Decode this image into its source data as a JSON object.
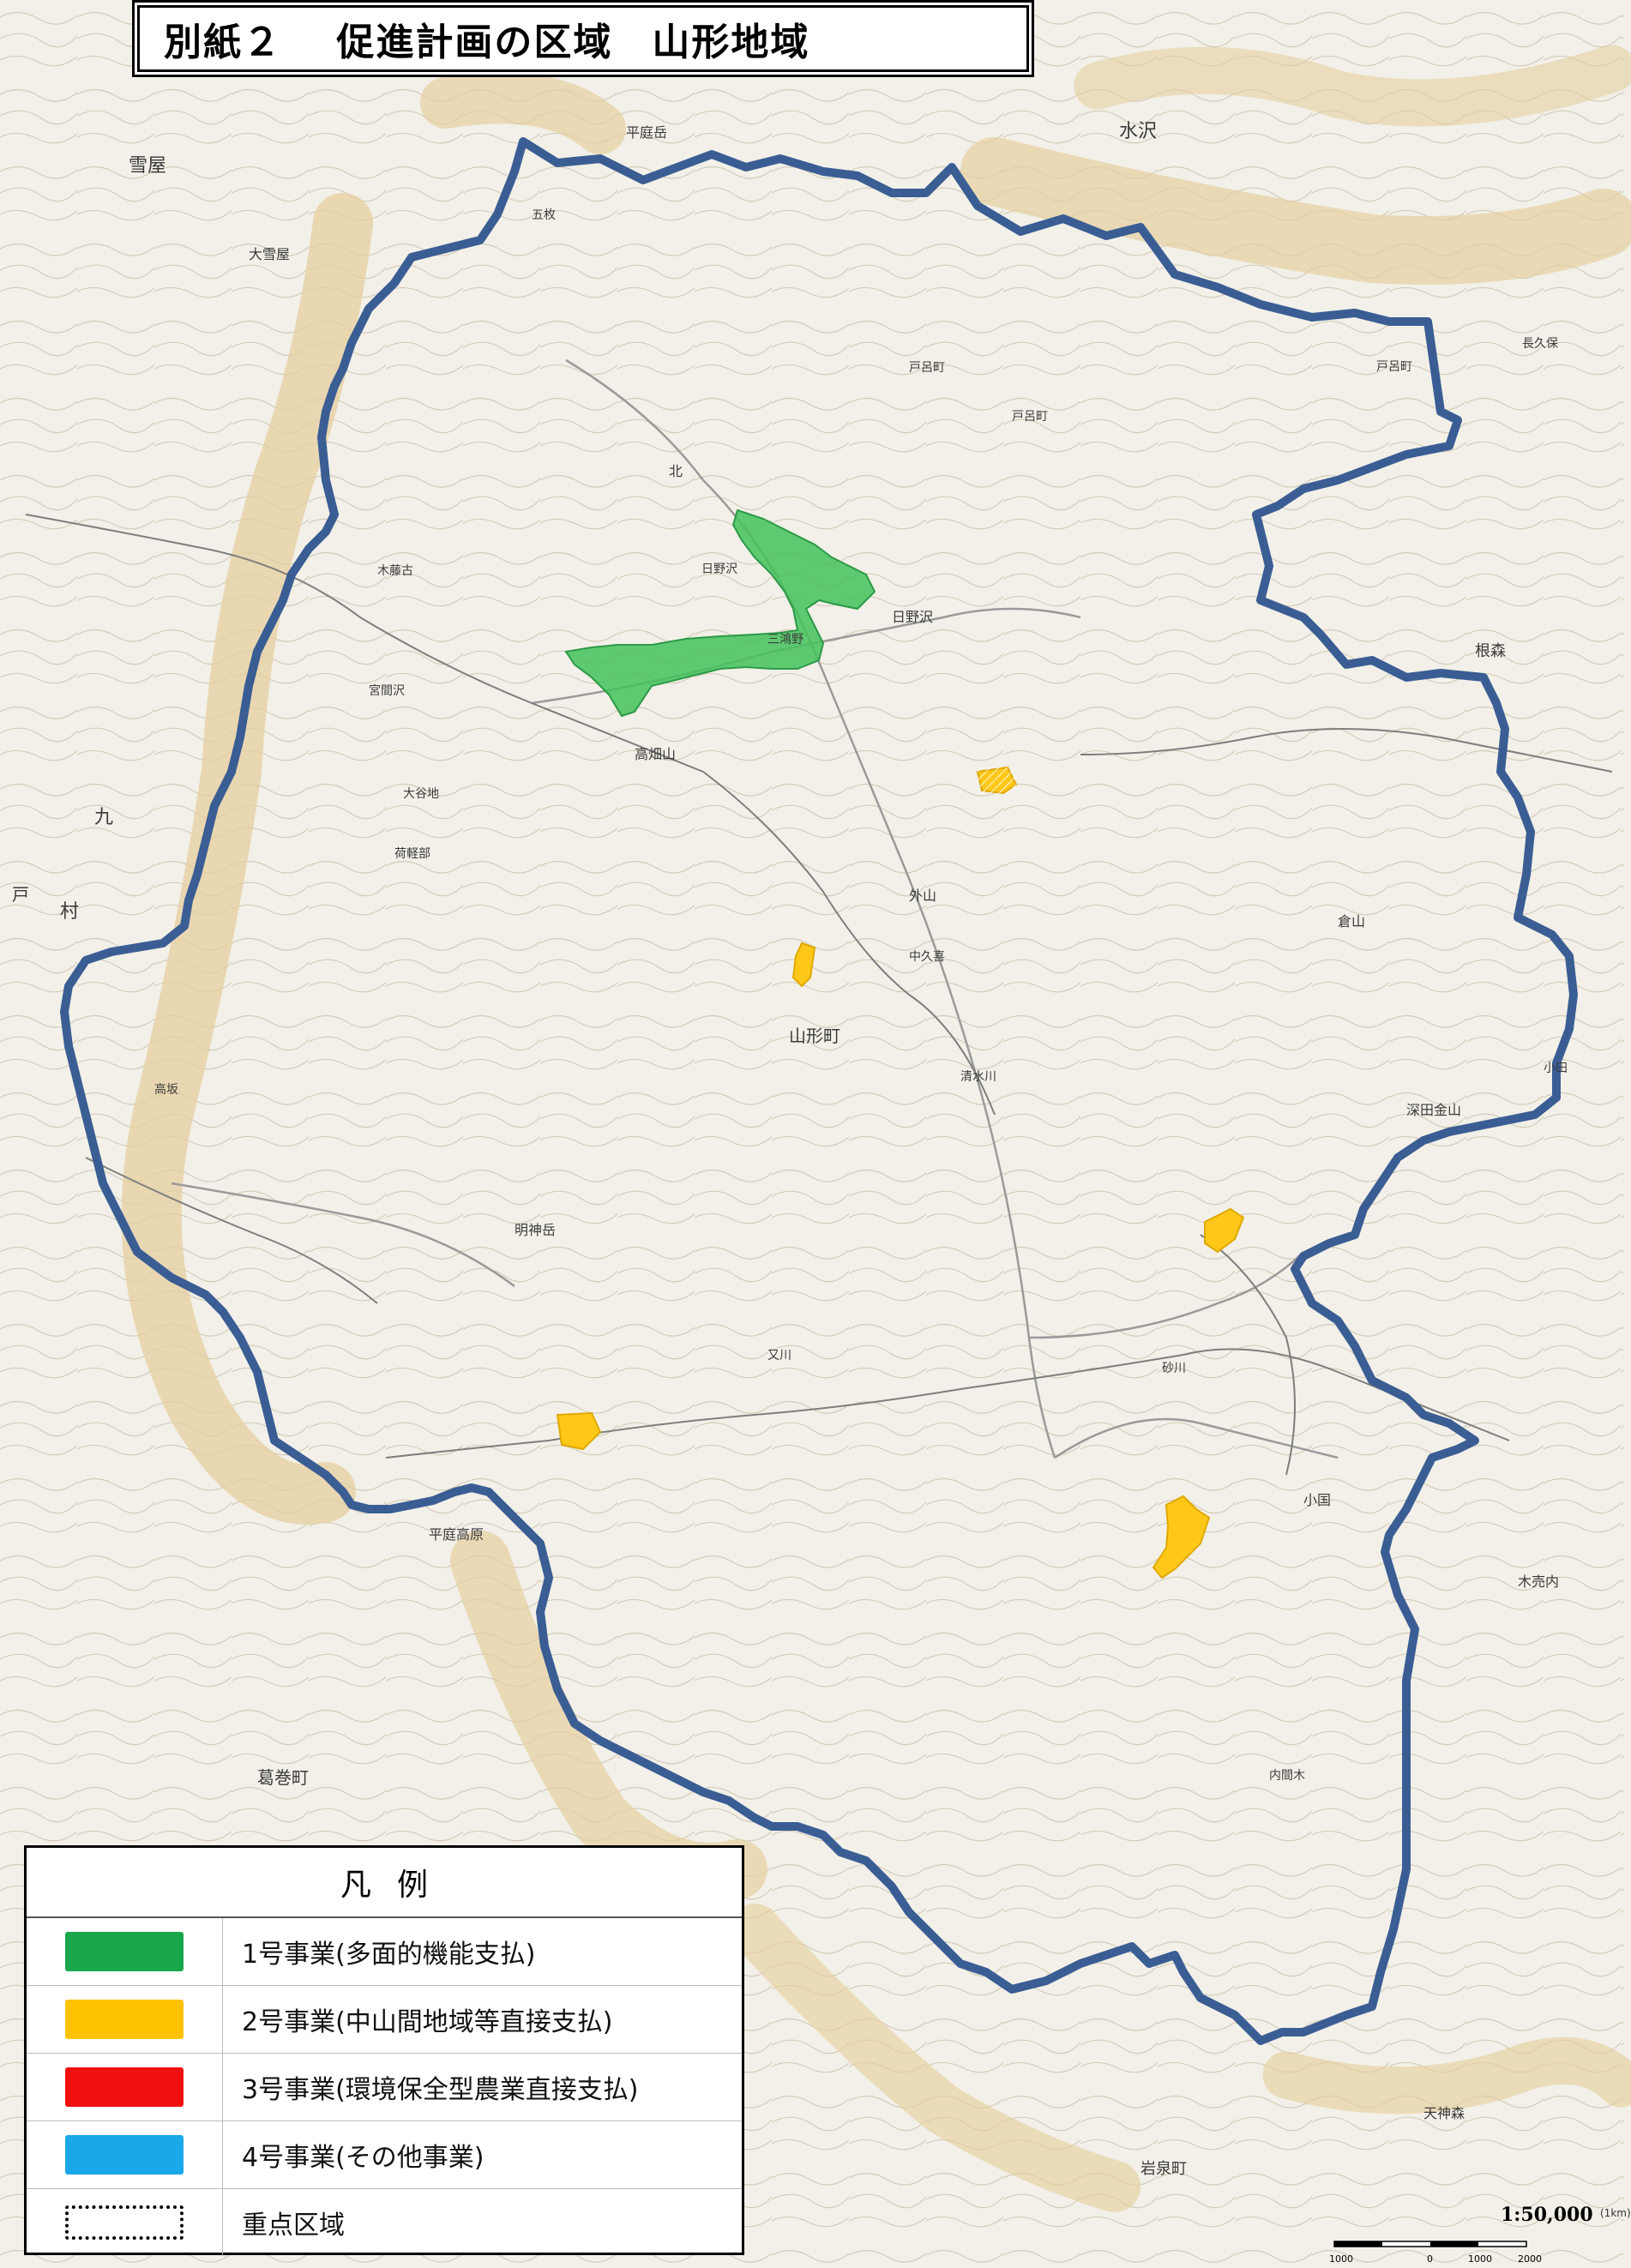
{
  "title": "別紙２　 促進計画の区域　山形地域",
  "legend": {
    "title": "凡例",
    "items": [
      {
        "label": "1号事業(多面的機能支払)",
        "color": "#1aa64a",
        "style": "fill"
      },
      {
        "label": "2号事業(中山間地域等直接支払)",
        "color": "#ffc200",
        "style": "fill"
      },
      {
        "label": "3号事業(環境保全型農業直接支払)",
        "color": "#f01010",
        "style": "fill"
      },
      {
        "label": "4号事業(その他事業)",
        "color": "#1aa8e8",
        "style": "fill"
      },
      {
        "label": "重点区域",
        "color": "#000000",
        "style": "dotted"
      }
    ]
  },
  "scale": {
    "ratio": "1:50,000",
    "unit": "(1km)",
    "ticks": [
      "1000",
      "0",
      "1000",
      "2000"
    ]
  },
  "map": {
    "boundary_color": "#3a5d94",
    "program1_fill": "#43c25a",
    "program2_fill": "#ffc819",
    "contour_color": "#cfc8b3",
    "ridge_color": "#e4cf9e",
    "road_color": "#8c8c8c",
    "labels": [
      {
        "text": "雪屋"
      },
      {
        "text": "大雪屋"
      },
      {
        "text": "九"
      },
      {
        "text": "村"
      },
      {
        "text": "戸"
      },
      {
        "text": "五枚"
      },
      {
        "text": "北"
      },
      {
        "text": "日野沢"
      },
      {
        "text": "三鴻野"
      },
      {
        "text": "戸呂町"
      },
      {
        "text": "戸呂町"
      },
      {
        "text": "木藤古"
      },
      {
        "text": "宮間沢"
      },
      {
        "text": "高畑山"
      },
      {
        "text": "荷軽部"
      },
      {
        "text": "大谷地"
      },
      {
        "text": "外山"
      },
      {
        "text": "日野沢"
      },
      {
        "text": "中久喜"
      },
      {
        "text": "山形町"
      },
      {
        "text": "清水川"
      },
      {
        "text": "深田金山"
      },
      {
        "text": "高坂"
      },
      {
        "text": "明神岳"
      },
      {
        "text": "平庭高原"
      },
      {
        "text": "砂川"
      },
      {
        "text": "小国"
      },
      {
        "text": "葛巻町"
      },
      {
        "text": "根森"
      },
      {
        "text": "小田"
      },
      {
        "text": "倉山"
      },
      {
        "text": "木売内"
      },
      {
        "text": "天神森"
      },
      {
        "text": "岩泉町"
      },
      {
        "text": "内間木"
      },
      {
        "text": "水沢"
      },
      {
        "text": "戸呂町"
      },
      {
        "text": "長久保"
      },
      {
        "text": "平庭岳"
      },
      {
        "text": "又川"
      }
    ]
  }
}
